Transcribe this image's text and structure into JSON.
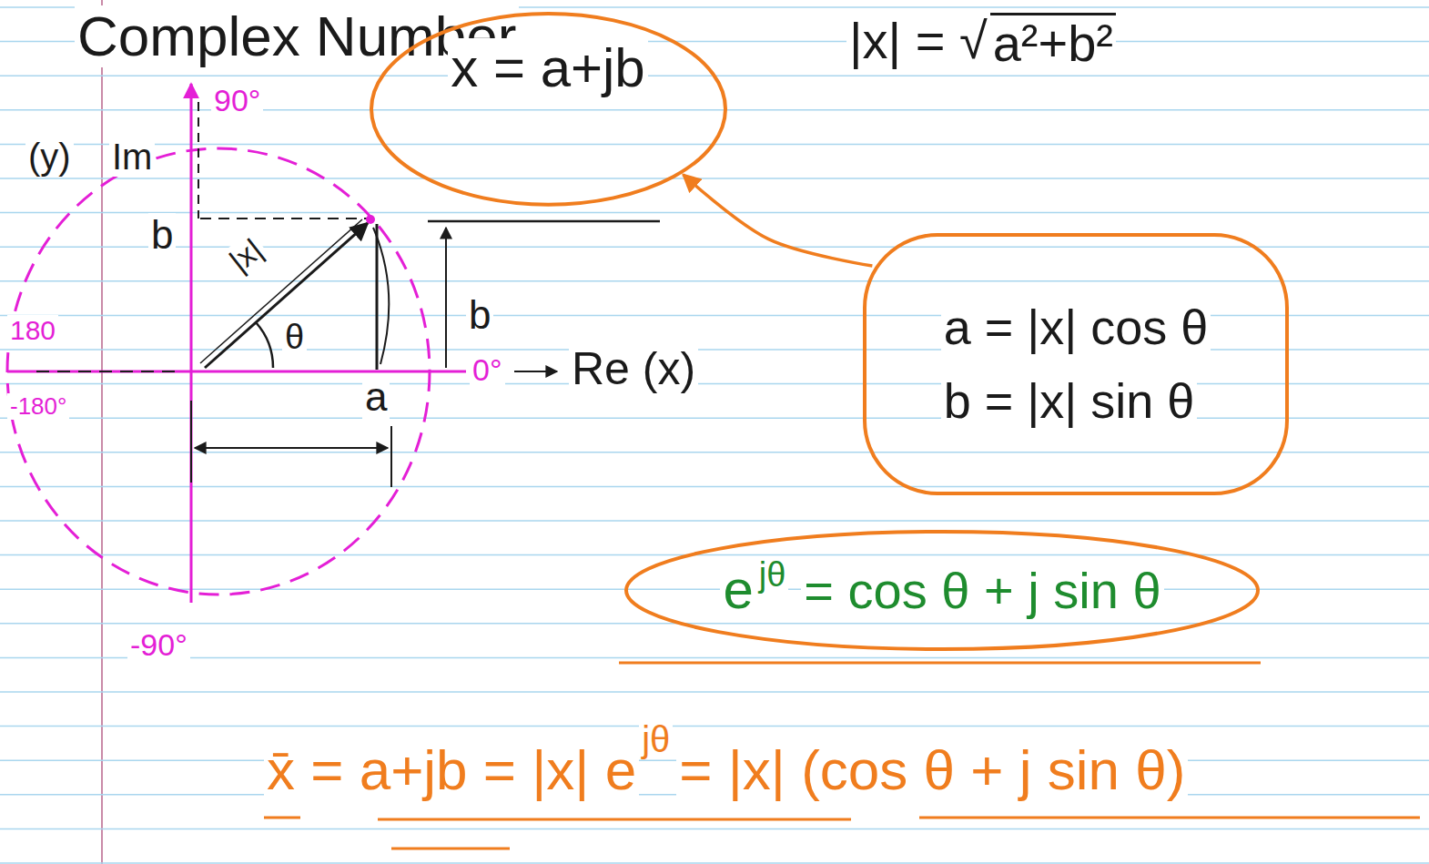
{
  "diagram": {
    "title": "Complex Number",
    "nodes": [
      {
        "text": [
          "x = a+jb"
        ]
      },
      {
        "text": [
          "a = |x| cos θ",
          "b = |x| sin θ"
        ]
      },
      {
        "text": [
          "e",
          "jθ",
          "= cos θ + j sin θ"
        ]
      }
    ],
    "edges": [
      {
        "from": 1,
        "to": 0,
        "arrow": "to"
      }
    ],
    "labels": [
      "(y)",
      "Im",
      "90°",
      "b",
      "|x|",
      "θ",
      "b",
      "180",
      "0°",
      "Re (x)",
      "-180°",
      "a",
      "-90°",
      "|x| = √",
      "a²+b²",
      "x̄ = a+jb = |x| e",
      "jθ",
      "= |x| (cos θ + j sin θ)"
    ]
  }
}
